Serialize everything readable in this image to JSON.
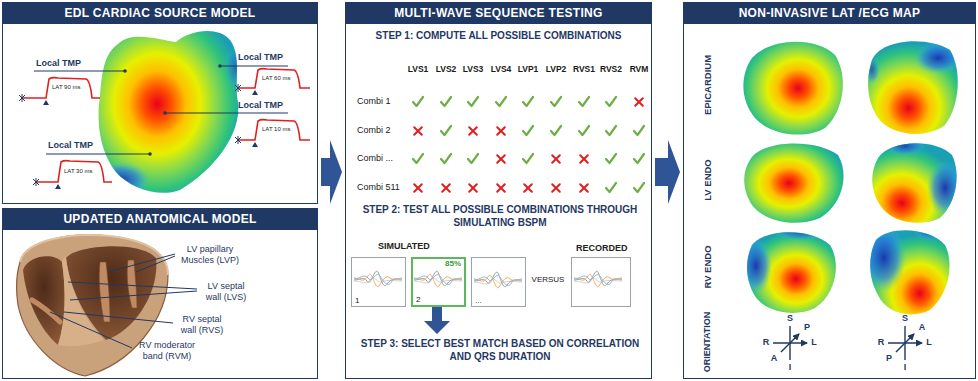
{
  "diagram": {
    "nodes": [
      {
        "text": [
          "EDL CARDIAC SOURCE MODEL"
        ]
      },
      {
        "text": [
          "UPDATED ANATOMICAL MODEL"
        ]
      },
      {
        "text": [
          "MULTI-WAVE SEQUENCE TESTING"
        ]
      },
      {
        "text": [
          "NON-INVASIVE LAT /ECG MAP"
        ]
      },
      {
        "text": [
          "1"
        ],
        "in": 2
      },
      {
        "text": [
          "2",
          "85%"
        ],
        "in": 2
      },
      {
        "text": [
          "..."
        ],
        "in": 2
      },
      {
        "text": [
          "RECORDED"
        ],
        "in": 2
      }
    ],
    "edges": [
      {
        "from": 0,
        "to": 2,
        "arrow": "to"
      },
      {
        "from": 2,
        "to": 3,
        "arrow": "to"
      }
    ],
    "labels": [
      "Local TMP",
      "LAT 90 ms",
      "Local TMP",
      "LAT 60 ms",
      "Local TMP",
      "LAT 10 ms",
      "Local TMP",
      "LAT 30 ms",
      "LV papillary Muscles (LVP)",
      "LV septal wall (LVS)",
      "RV septal wall (RVS)",
      "RV moderator band (RVM)",
      "STEP 1: COMPUTE ALL POSSIBLE COMBINATIONS",
      "LVS1",
      "LVS2",
      "LVS3",
      "LVS4",
      "LVP1",
      "LVP2",
      "RVS1",
      "RVS2",
      "RVM",
      "Combi 1",
      "Combi 2",
      "Combi ...",
      "Combi 511",
      "STEP 2: TEST ALL POSSIBLE COMBINATIONS THROUGH SIMULATING BSPM",
      "SIMULATED",
      "VERSUS",
      "STEP 3: SELECT BEST MATCH BASED ON CORRELATION AND QRS DURATION",
      "EPICARDIUM",
      "LV ENDO",
      "RV ENDO",
      "ORIENTATION",
      "S",
      "P",
      "R",
      "L",
      "A",
      "I",
      "S",
      "A",
      "R",
      "L",
      "P",
      "I"
    ]
  }
}
